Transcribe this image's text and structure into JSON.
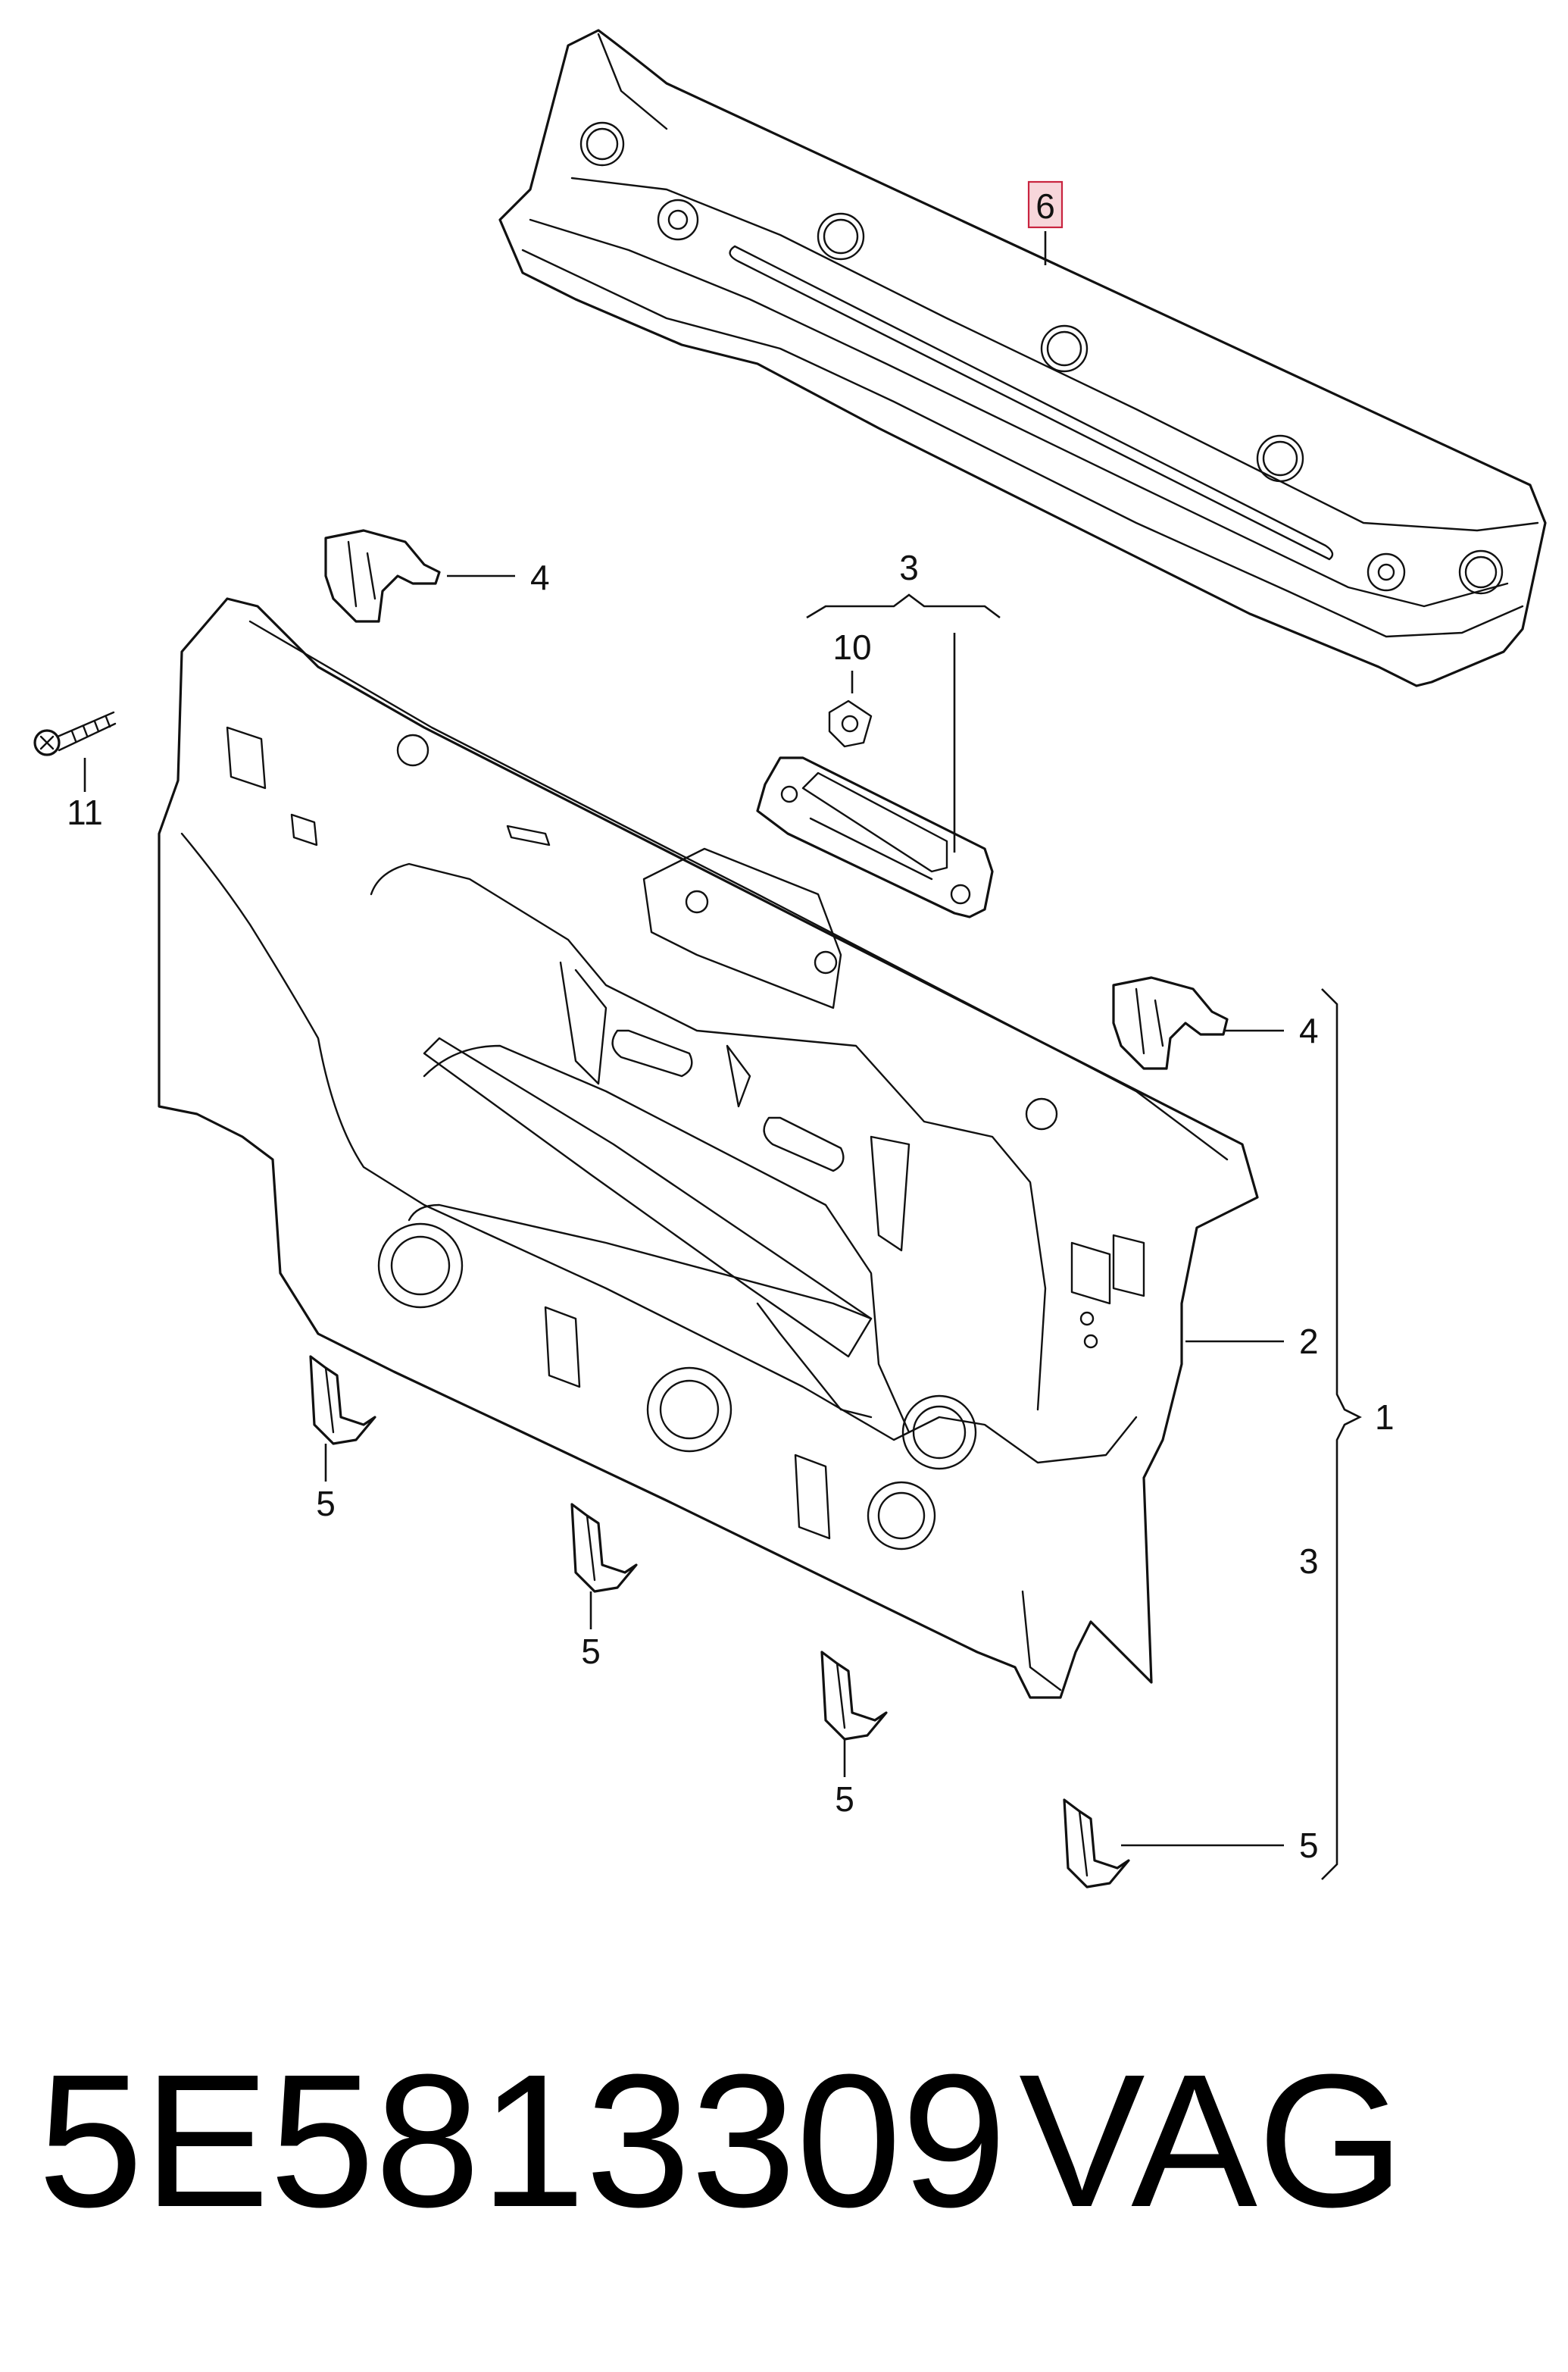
{
  "callouts": {
    "c6": "6",
    "c4_top": "4",
    "c3_top": "3",
    "c10": "10",
    "c11": "11",
    "c4_right": "4",
    "c2": "2",
    "c1": "1",
    "c3_right": "3",
    "c5_a": "5",
    "c5_b": "5",
    "c5_c": "5",
    "c5_right": "5"
  },
  "footer": {
    "part_number": "5E5813309",
    "brand": "VAG"
  },
  "colors": {
    "highlight_fill": "#f7d6db",
    "highlight_stroke": "#c9243f",
    "line": "#111111"
  }
}
